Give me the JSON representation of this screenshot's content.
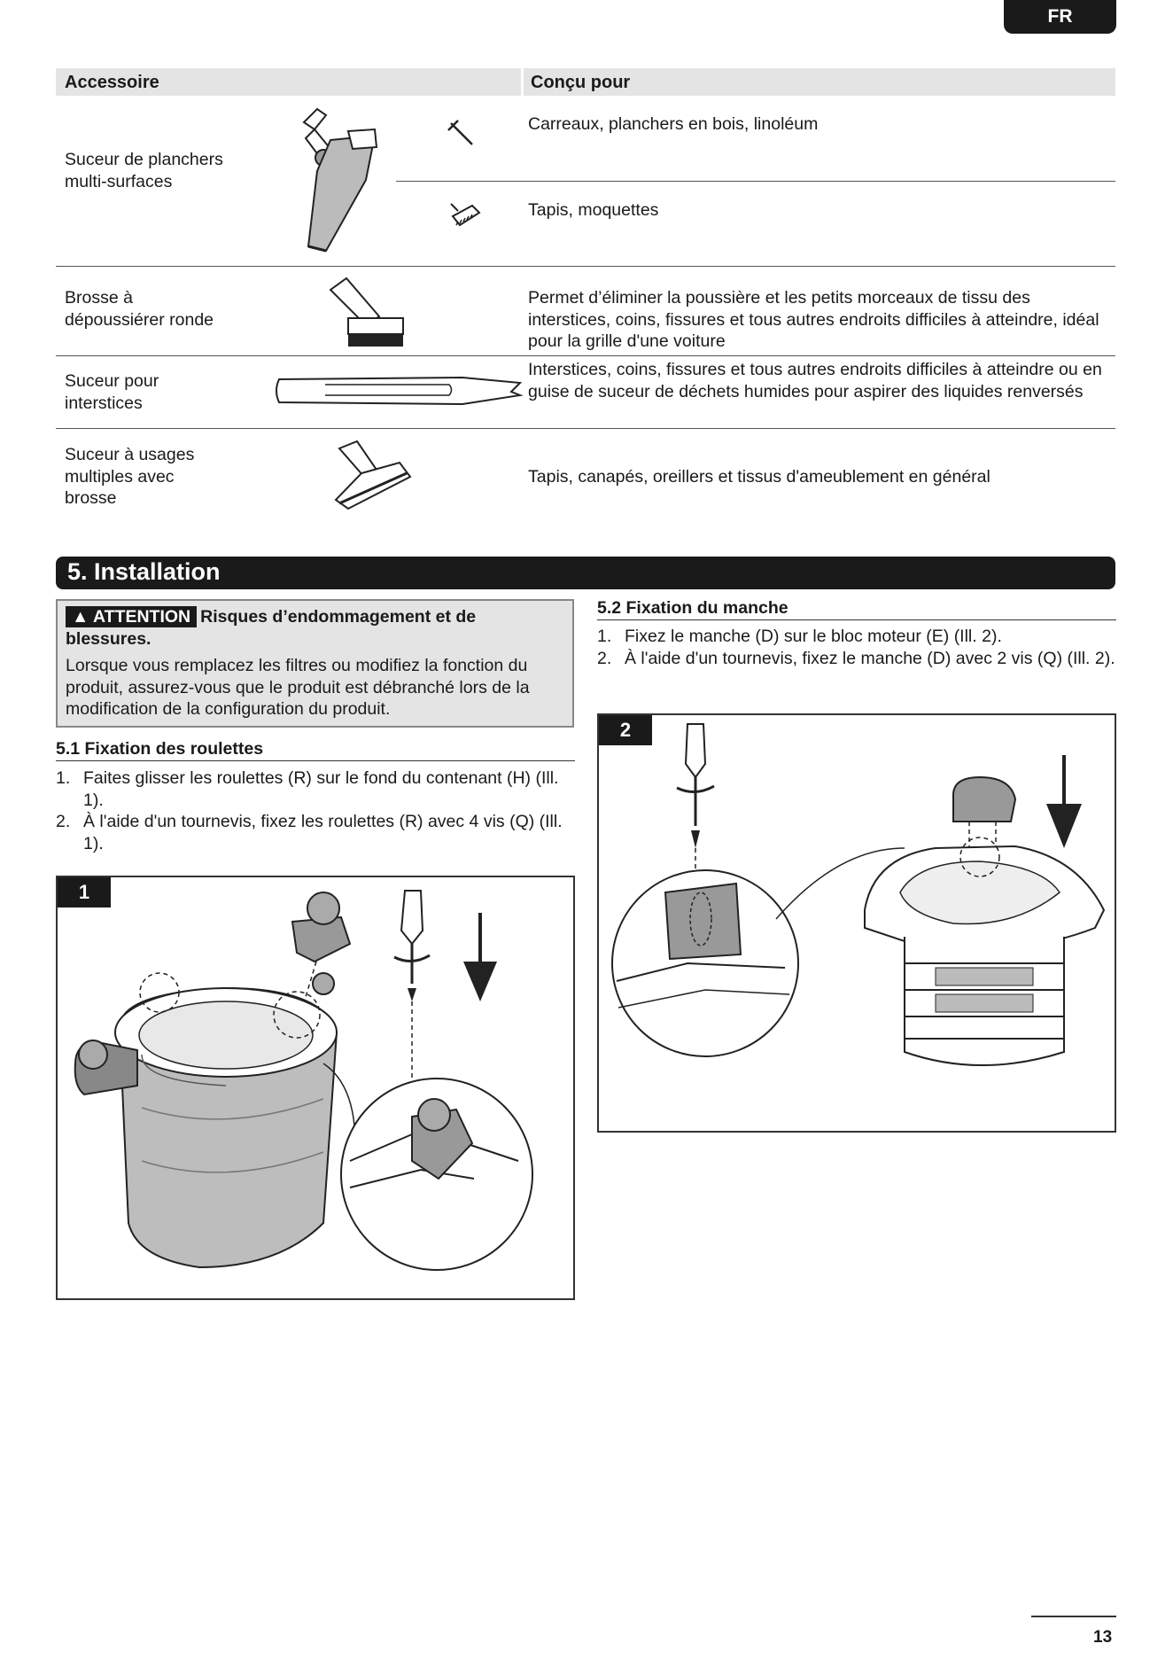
{
  "header": {
    "language": "FR"
  },
  "accessories": {
    "col_accessory": "Accessoire",
    "col_designed_for": "Conçu pour",
    "rows": [
      {
        "name": "Suceur de planchers multi-surfaces",
        "uses": [
          "Carreaux, planchers en bois, linoléum",
          "Tapis, moquettes"
        ]
      },
      {
        "name": "Brosse à dépoussiérer ronde",
        "use": "Permet d’éliminer la poussière et les petits morceaux de tissu des interstices, coins, fissures et tous autres endroits difficiles à atteindre, idéal pour la grille d'une voiture"
      },
      {
        "name": "Suceur pour interstices",
        "use": "Interstices, coins, fissures et tous autres endroits difficiles à atteindre ou en guise de suceur de déchets humides pour aspirer des liquides renversés"
      },
      {
        "name": "Suceur à usages multiples avec brosse",
        "use": "Tapis, canapés, oreillers et tissus d'ameublement en général"
      }
    ]
  },
  "section": {
    "title": "5. Installation"
  },
  "warning": {
    "badge": "ATTENTION",
    "title": "Risques d’endommagement et de blessures.",
    "text": "Lorsque vous remplacez les filtres ou modifiez la fonction du produit, assurez-vous que le produit est débranché lors de la modification de la configuration du produit."
  },
  "casters": {
    "heading": "5.1 Fixation des roulettes",
    "steps": [
      {
        "num": "1.",
        "text": "Faites glisser les roulettes (R) sur le fond du contenant (H) (Ill. 1)."
      },
      {
        "num": "2.",
        "text": "À l'aide d'un tournevis, fixez les roulettes (R) avec 4 vis (Q) (Ill. 1)."
      }
    ],
    "figure_label": "1"
  },
  "handle": {
    "heading": "5.2 Fixation du manche",
    "steps": [
      {
        "num": "1.",
        "text": "Fixez le manche (D) sur le bloc moteur (E) (Ill. 2)."
      },
      {
        "num": "2.",
        "text": "À l'aide d'un tournevis, fixez le manche (D) avec 2 vis (Q) (Ill. 2)."
      }
    ],
    "figure_label": "2"
  },
  "footer": {
    "page_number": "13"
  }
}
